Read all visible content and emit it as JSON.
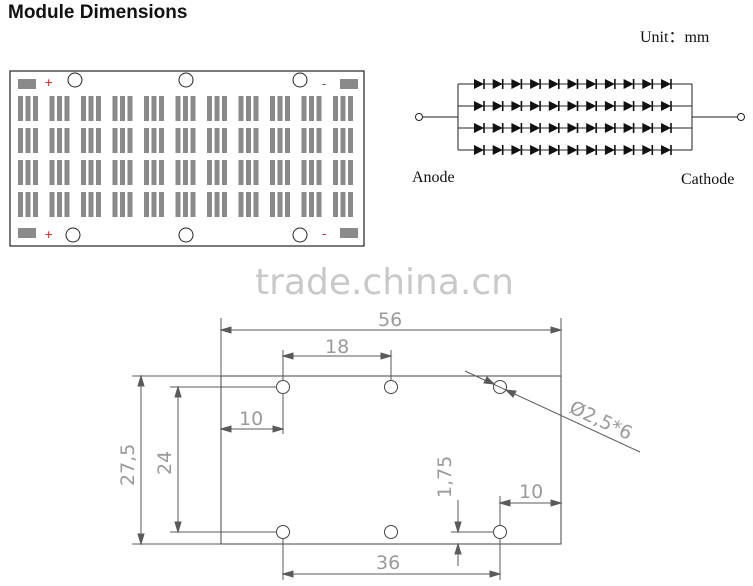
{
  "header": {
    "title": "Module Dimensions",
    "unit": "Unit：mm"
  },
  "circuit": {
    "anode_label": "Anode",
    "cathode_label": "Cathode"
  },
  "module": {
    "plus": "+",
    "minus": "-",
    "led_color": "#8a8a8a",
    "sign_color": "#e02020"
  },
  "watermark": "trade.china.cn",
  "dimensions": {
    "overall_width": "56",
    "hole_spacing": "18",
    "left_offset": "10",
    "overall_height": "27,5",
    "hole_height": "24",
    "edge_offset": "1,75",
    "right_offset": "10",
    "bottom_spacing": "36",
    "hole_spec": "Ø2,5*6"
  }
}
